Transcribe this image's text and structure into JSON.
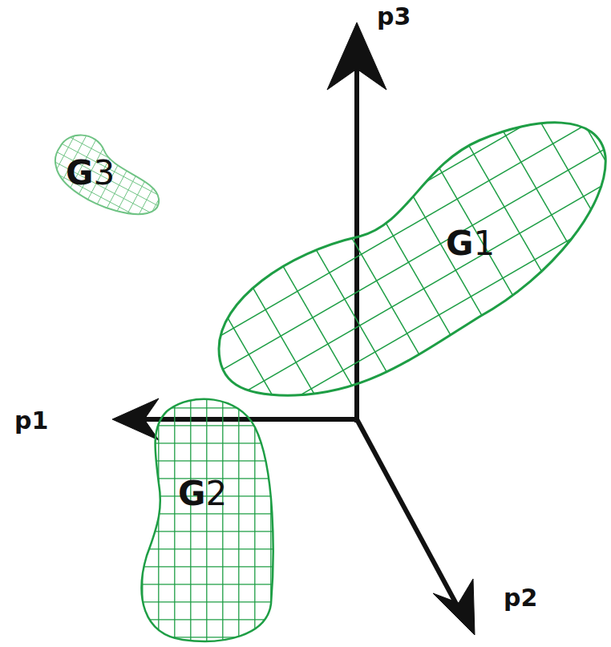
{
  "diagram": {
    "nodes": [
      {
        "text": [
          "G3"
        ]
      },
      {
        "text": [
          "G1"
        ]
      },
      {
        "text": [
          "G2"
        ]
      }
    ],
    "labels": [
      "p3",
      "p1",
      "p2"
    ]
  }
}
